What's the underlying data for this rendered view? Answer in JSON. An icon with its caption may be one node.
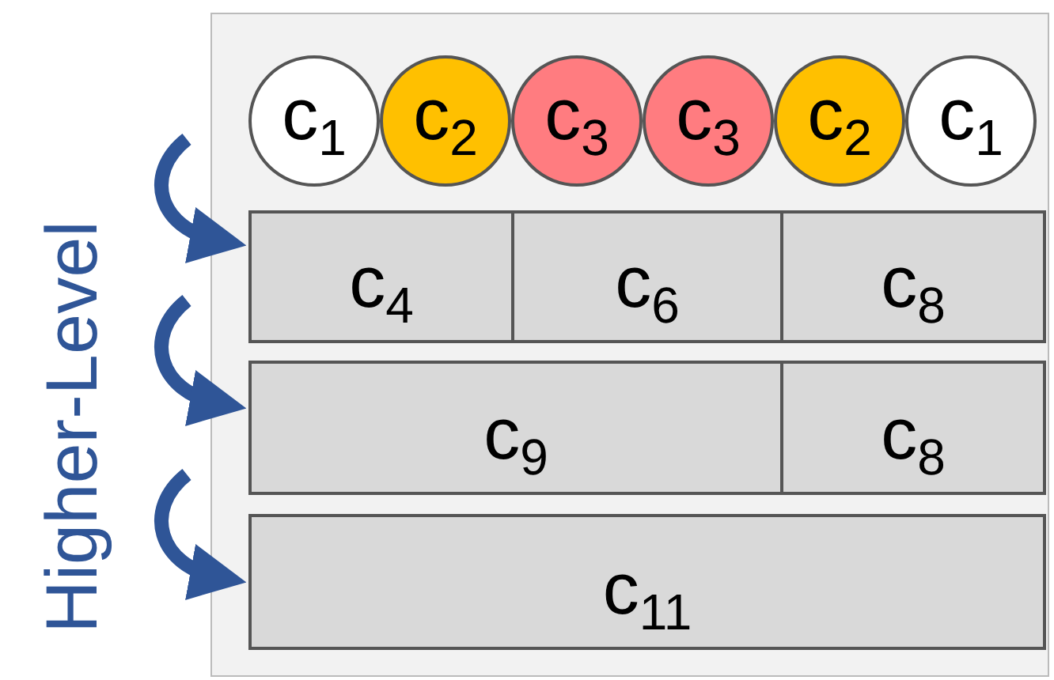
{
  "diagram": {
    "nodes": [
      {
        "text": [
          "c$_{1}$"
        ]
      },
      {
        "text": [
          "c$_{2}$"
        ]
      },
      {
        "text": [
          "c$_{3}$"
        ]
      },
      {
        "text": [
          "c$_{3}$"
        ]
      },
      {
        "text": [
          "c$_{2}$"
        ]
      },
      {
        "text": [
          "c$_{1}$"
        ]
      },
      {
        "text": [
          "c$_{4}$"
        ]
      },
      {
        "text": [
          "c$_{6}$"
        ]
      },
      {
        "text": [
          "c$_{8}$"
        ]
      },
      {
        "text": [
          "c$_{9}$"
        ]
      },
      {
        "text": [
          "c$_{8}$"
        ]
      },
      {
        "text": [
          "c$_{11}$"
        ]
      }
    ],
    "labels": [
      "Higher-Level"
    ]
  }
}
